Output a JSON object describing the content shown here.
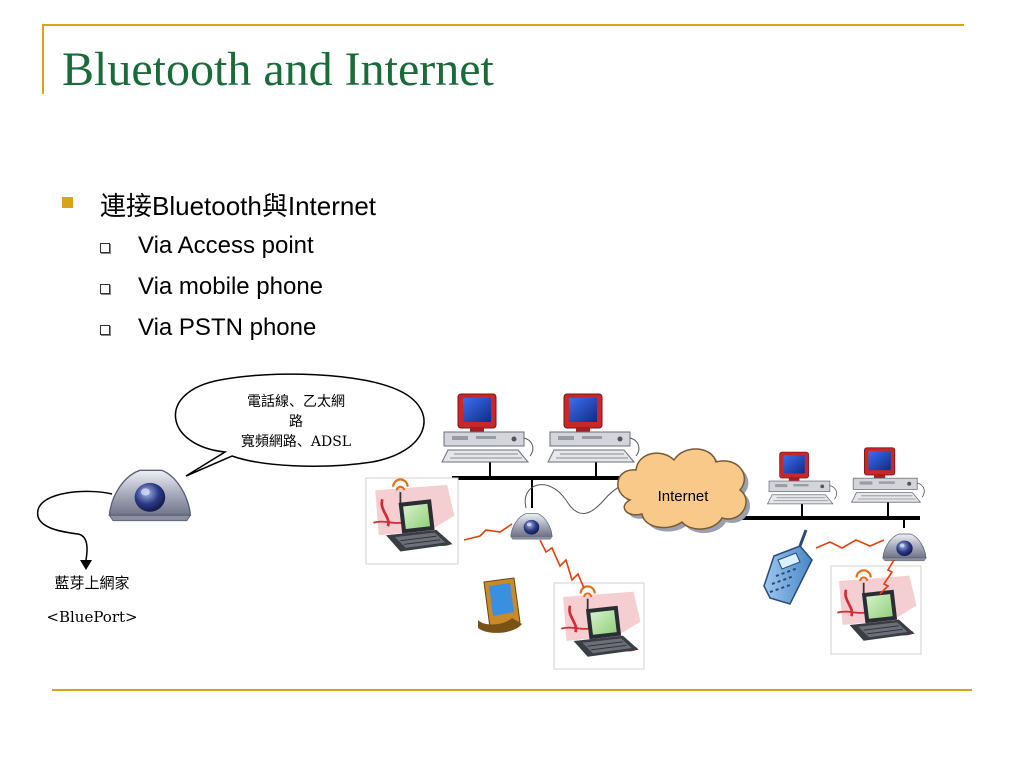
{
  "slide": {
    "title": "Bluetooth and Internet",
    "bullets": {
      "main": "連接Bluetooth與Internet",
      "sub": [
        "Via Access point",
        "Via mobile phone",
        "Via PSTN phone"
      ]
    }
  },
  "diagram": {
    "bubble_lines": [
      "電話線、乙太網",
      "路",
      "寬頻網路、ADSL"
    ],
    "device_name": "藍芽上網家",
    "device_model": "<BluePort>",
    "cloud_label": "Internet"
  },
  "colors": {
    "title": "#1a6b3a",
    "accent": "#d9a21b",
    "cloud_fill": "#f9c98a",
    "monitor_red": "#c8282a",
    "screen_blue": "#1c3fae",
    "radio_link": "#e04010"
  }
}
